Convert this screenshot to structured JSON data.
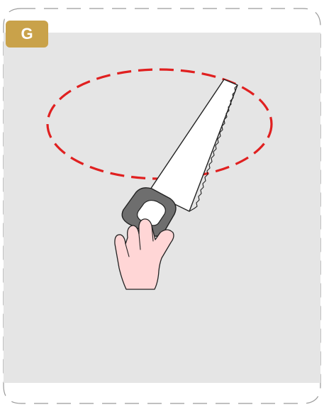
{
  "panel": {
    "label": "G",
    "badge_color": "#C9A24A",
    "background_color": "#E5E5E5",
    "border_color": "#9A9A9A"
  },
  "illustration": {
    "objects": [
      "hand-saw",
      "hand",
      "cut-path-ellipse"
    ],
    "cut_path_color": "#E02020",
    "saw_blade_color": "#FFFFFF",
    "saw_handle_color": "#6E6E6E",
    "hand_color": "#FFD6D6"
  }
}
